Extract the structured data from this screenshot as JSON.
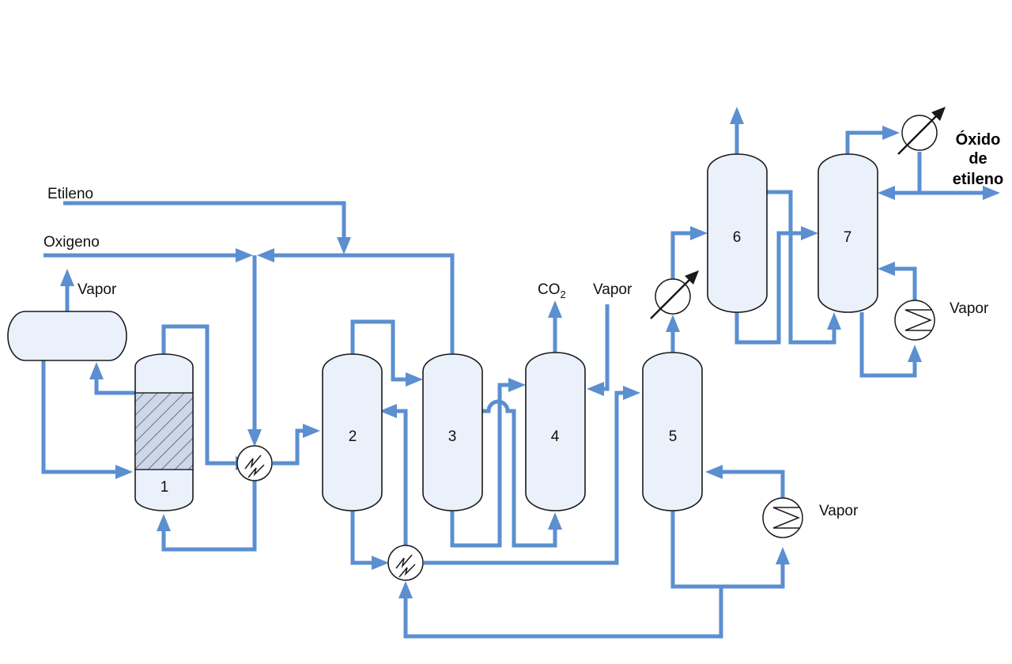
{
  "labels": {
    "etileno": "Etileno",
    "oxigeno": "Oxigeno",
    "vapor_drum": "Vapor",
    "co2_main": "CO",
    "co2_sub": "2",
    "vapor_top": "Vapor",
    "vapor_hx7": "Vapor",
    "vapor_hx5": "Vapor",
    "product_line1": "Óxido",
    "product_line2": "de",
    "product_line3": "etileno"
  },
  "units": [
    "1",
    "2",
    "3",
    "4",
    "5",
    "6",
    "7"
  ],
  "colors": {
    "pipe": "#5b8fd0",
    "vessel_fill": "#eaf1fb",
    "packing_hatch": "#3d4a66"
  }
}
